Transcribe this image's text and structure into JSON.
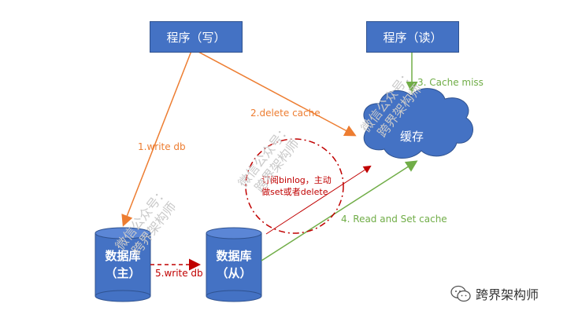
{
  "nodes": {
    "writer_program": "程序（写）",
    "reader_program": "程序（读）",
    "cache": "缓存",
    "db_master_line1": "数据库",
    "db_master_line2": "（主）",
    "db_slave_line1": "数据库",
    "db_slave_line2": "（从）"
  },
  "edges": {
    "write_db": "1.write db",
    "delete_cache": "2.delete cache",
    "cache_miss": "3. Cache miss",
    "read_and_set": "4. Read and Set cache",
    "replicate": "5.write db"
  },
  "annotation": {
    "line1": "订阅binlog，主动",
    "line2": "做set或者delete"
  },
  "watermark": {
    "line1": "微信公众号：",
    "line2": "跨界架构师"
  },
  "brand": {
    "name": "跨界架构师",
    "icon": "wechat-icon"
  },
  "colors": {
    "box_fill": "#4472c4",
    "orange_edge": "#ed7d31",
    "green_edge": "#70ad47",
    "annotation": "#c00000"
  }
}
